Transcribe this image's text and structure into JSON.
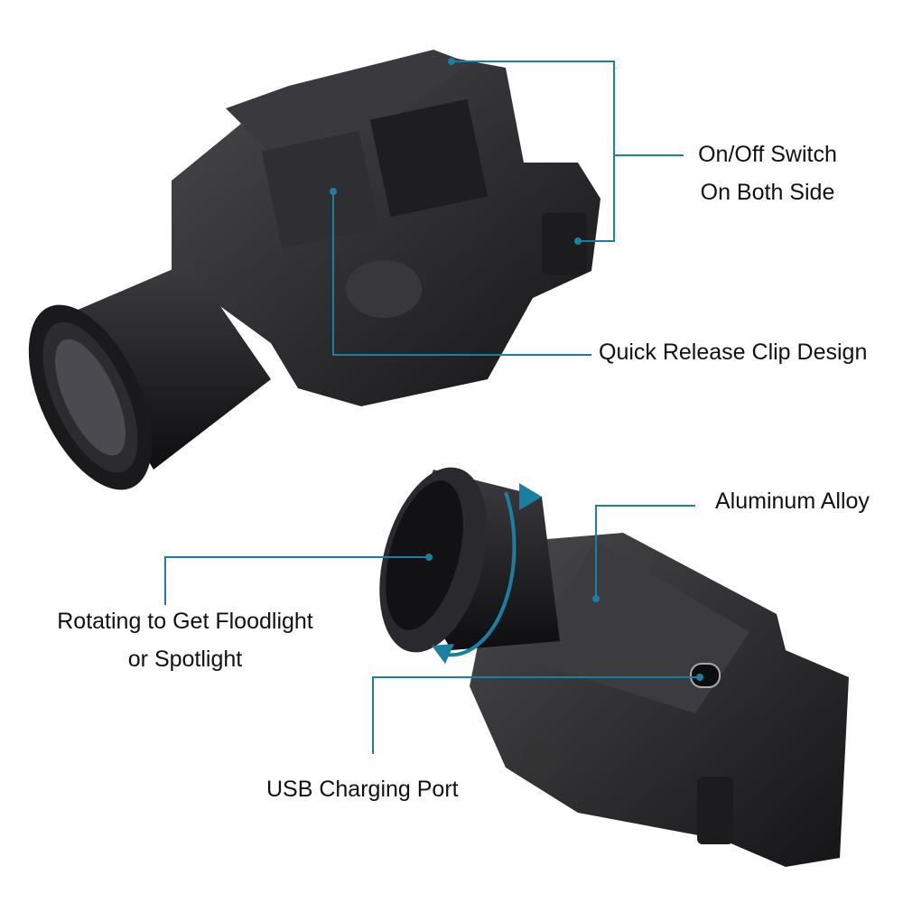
{
  "callouts": {
    "switch": {
      "line1": "On/Off Switch",
      "line2": "On Both Side"
    },
    "clip": {
      "line1": "Quick Release Clip Design"
    },
    "alloy": {
      "line1": "Aluminum Alloy"
    },
    "rotate": {
      "line1": "Rotating to Get Floodlight",
      "line2": "or Spotlight"
    },
    "usb": {
      "line1": "USB Charging Port"
    }
  },
  "colors": {
    "callout_line": "#1a7fa0",
    "body": "#2a2a2c"
  }
}
